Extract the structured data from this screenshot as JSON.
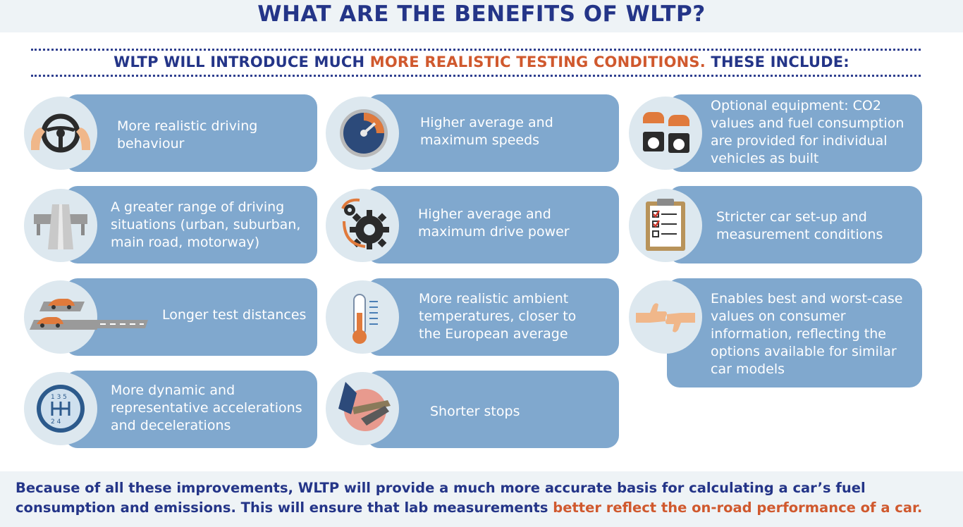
{
  "title": "WHAT ARE THE BENEFITS OF WLTP?",
  "subtitle": {
    "part1": "WLTP WILL INTRODUCE MUCH ",
    "highlight": "MORE REALISTIC TESTING CONDITIONS.",
    "part2": " THESE INCLUDE:"
  },
  "benefits": [
    {
      "icon": "steering-wheel-icon",
      "lines": [
        "More realistic driving",
        "behaviour"
      ]
    },
    {
      "icon": "road-icon",
      "lines": [
        "A greater range of driving",
        "situations (urban, suburban,",
        "main road, motorway)"
      ]
    },
    {
      "icon": "cars-on-track-icon",
      "lines": [
        "Longer test distances"
      ]
    },
    {
      "icon": "gear-shift-icon",
      "lines": [
        "More dynamic and",
        "representative accelerations",
        "and decelerations"
      ]
    },
    {
      "icon": "speedometer-icon",
      "lines": [
        "Higher average and",
        "maximum speeds"
      ]
    },
    {
      "icon": "gears-icon",
      "lines": [
        "Higher average and",
        "maximum drive power"
      ]
    },
    {
      "icon": "thermometer-icon",
      "lines": [
        "More realistic ambient",
        "temperatures, closer to",
        "the European average"
      ]
    },
    {
      "icon": "pedal-icon",
      "lines": [
        "Shorter stops"
      ]
    },
    {
      "icon": "cars-gauges-icon",
      "lines": [
        "Optional equipment: CO2",
        "values and fuel consumption",
        "are provided for individual",
        "vehicles as built"
      ]
    },
    {
      "icon": "clipboard-checklist-icon",
      "lines": [
        "Stricter car set-up and",
        "measurement conditions"
      ]
    },
    {
      "icon": "thumbs-up-down-icon",
      "lines": [
        "Enables best and worst-case",
        "values on consumer",
        "information, reflecting the",
        "options available for similar",
        "car models"
      ]
    }
  ],
  "footer": {
    "part1": "Because of all these improvements, WLTP will provide a much more accurate basis for calculating a car’s fuel consumption and emissions. This will ensure that lab measurements ",
    "highlight": "better reflect the on-road performance of a car."
  },
  "colors": {
    "navy": "#243588",
    "accent": "#d0592e",
    "card": "#80a8ce",
    "circle": "#dde8ef"
  }
}
